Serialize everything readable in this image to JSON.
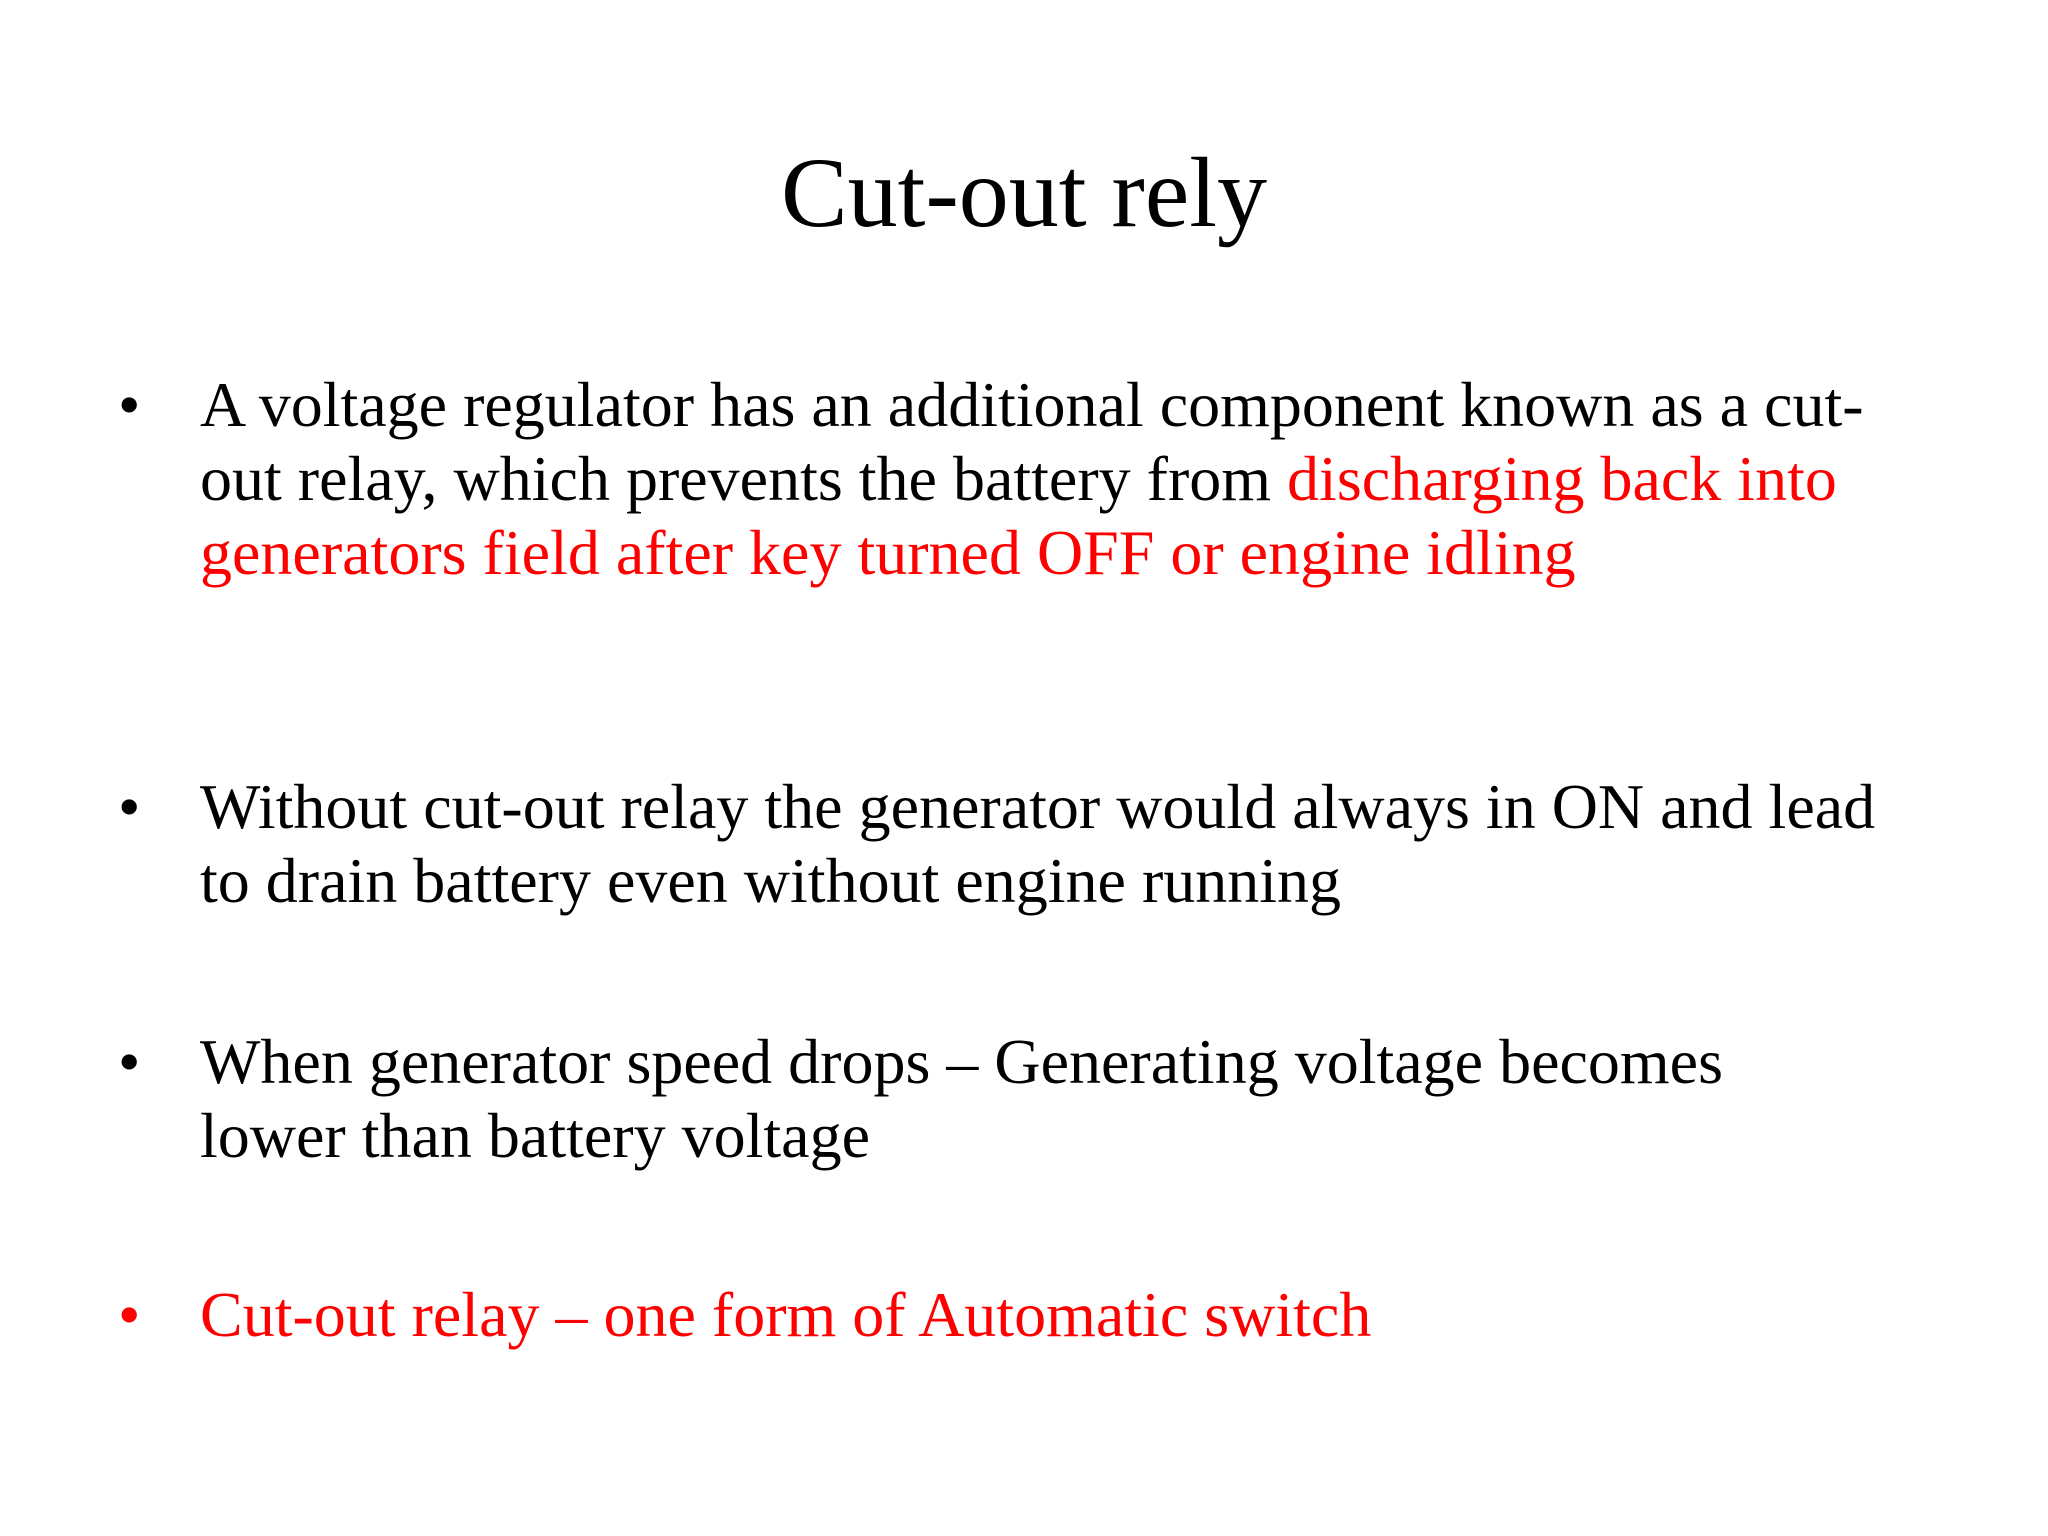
{
  "slide": {
    "title": "Cut-out rely",
    "bullets": [
      {
        "marker": "•",
        "text_black": "A voltage regulator has an additional component known as a cut-out relay, which prevents the battery from ",
        "text_red": "discharging back into generators field after key turned OFF or engine idling"
      },
      {
        "marker": "•",
        "text_black": "Without cut-out relay the generator would always in ON and lead to drain battery even without engine running"
      },
      {
        "marker": "•",
        "text_black": "When generator speed drops – Generating voltage becomes lower than battery voltage"
      },
      {
        "marker": "•",
        "text_red": "Cut-out relay – one form of Automatic switch"
      }
    ]
  },
  "colors": {
    "background": "#ffffff",
    "text": "#000000",
    "emphasis": "#ff0000"
  }
}
